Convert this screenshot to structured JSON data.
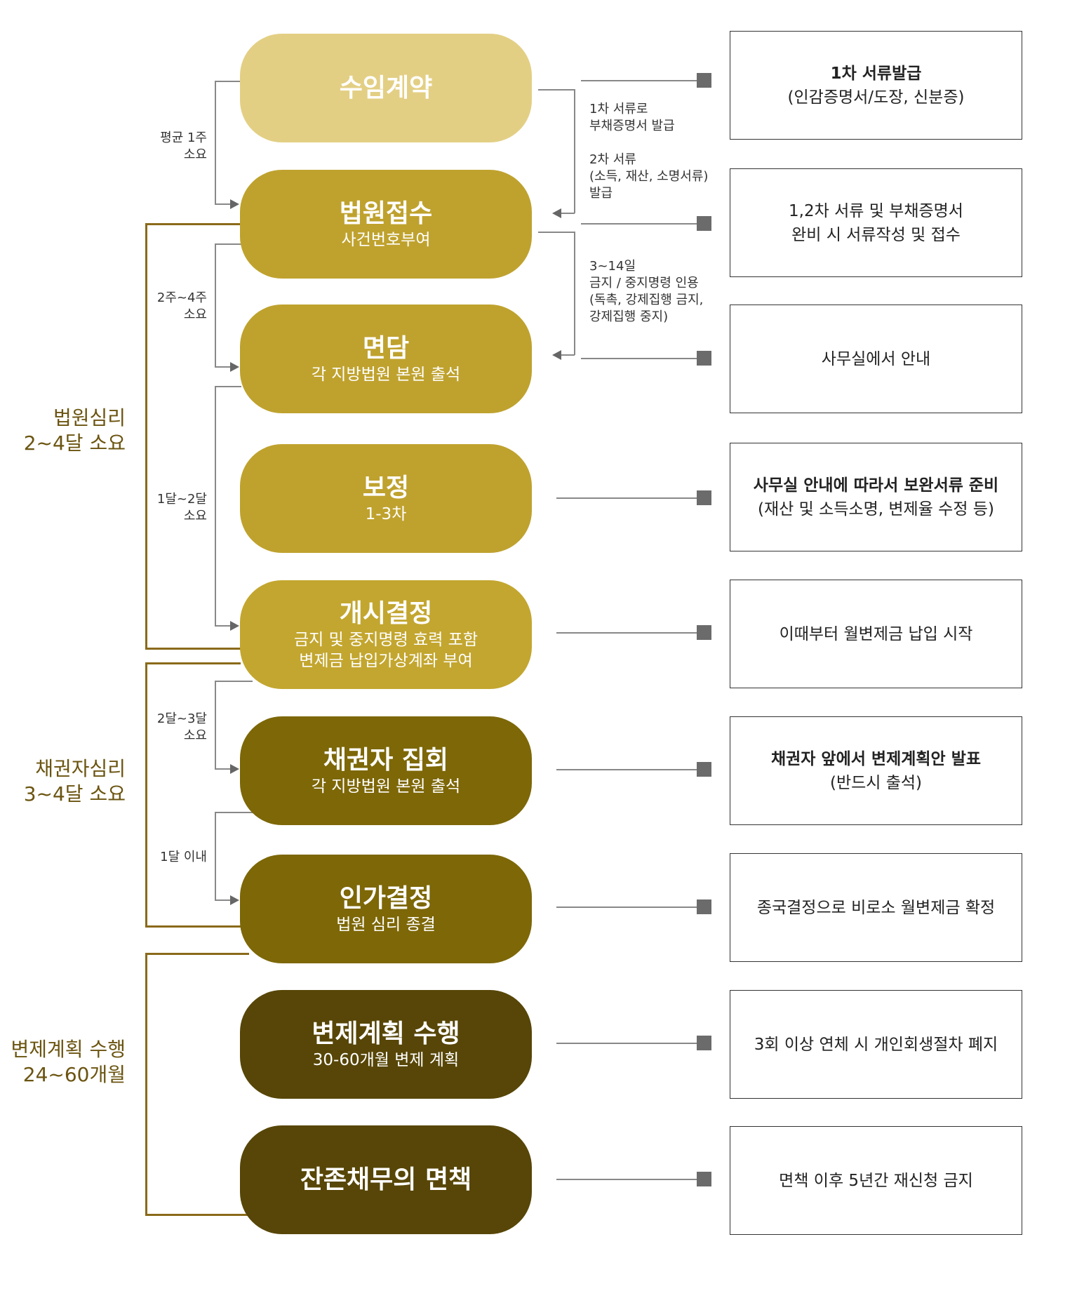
{
  "colors": {
    "stage_light": "#e3cf84",
    "stage_gold": "#bfa22e",
    "stage_olive": "#7d6707",
    "stage_dark": "#574607",
    "bracket": "#8a6a1a",
    "phase_text": "#6b5410"
  },
  "steps": [
    {
      "title": "수임계약",
      "sub": ""
    },
    {
      "title": "법원접수",
      "sub": "사건번호부여"
    },
    {
      "title": "면담",
      "sub": "각 지방법원 본원 출석"
    },
    {
      "title": "보정",
      "sub": "1-3차"
    },
    {
      "title": "개시결정",
      "sub": "금지 및 중지명령 효력 포함",
      "sub2": "변제금 납입가상계좌 부여"
    },
    {
      "title": "채권자 집회",
      "sub": "각 지방법원 본원 출석"
    },
    {
      "title": "인가결정",
      "sub": "법원 심리 종결"
    },
    {
      "title": "변제계획 수행",
      "sub": "30-60개월 변제 계획"
    },
    {
      "title": "잔존채무의 면책",
      "sub": ""
    }
  ],
  "boxes": [
    {
      "line1": "1차 서류발급",
      "line2": "(인감증명서/도장, 신분증)"
    },
    {
      "line1": "1,2차 서류 및 부채증명서",
      "line2": "완비 시 서류작성 및 접수"
    },
    {
      "line1": "사무실에서 안내",
      "line2": ""
    },
    {
      "line1": "사무실 안내에 따라서 보완서류 준비",
      "line2": "(재산 및 소득소명, 변제율 수정 등)"
    },
    {
      "line1": "이때부터 월변제금 납입 시작",
      "line2": ""
    },
    {
      "line1": "채권자 앞에서 변제계획안 발표",
      "line2": "(반드시 출석)"
    },
    {
      "line1": "종국결정으로 비로소 월변제금 확정",
      "line2": ""
    },
    {
      "line1": "3회 이상 연체 시 개인회생절차 폐지",
      "line2": ""
    },
    {
      "line1": "면책 이후 5년간 재신청 금지",
      "line2": ""
    }
  ],
  "durations": [
    {
      "l1": "평균 1주",
      "l2": "소요"
    },
    {
      "l1": "2주~4주",
      "l2": "소요"
    },
    {
      "l1": "1달~2달",
      "l2": "소요"
    },
    {
      "l1": "2달~3달",
      "l2": "소요"
    },
    {
      "l1": "1달 이내",
      "l2": ""
    }
  ],
  "notes": {
    "n1": [
      "1차 서류로",
      "부채증명서 발급"
    ],
    "n2": [
      "2차 서류",
      "(소득, 재산, 소명서류)",
      "발급"
    ],
    "n3": [
      "3~14일",
      "금지 / 중지명령 인용",
      "(독촉, 강제집행 금지,",
      "강제집행 중지)"
    ]
  },
  "phases": [
    {
      "l1": "법원심리",
      "l2": "2~4달 소요"
    },
    {
      "l1": "채권자심리",
      "l2": "3~4달 소요"
    },
    {
      "l1": "변제계획 수행",
      "l2": "24~60개월"
    }
  ]
}
